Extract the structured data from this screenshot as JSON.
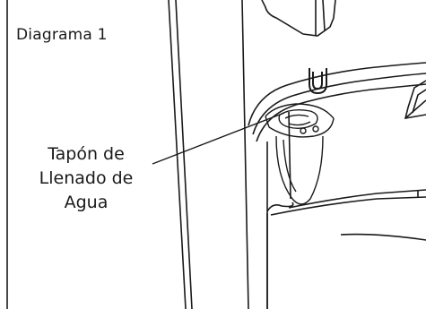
{
  "diagram": {
    "title": "Diagrama 1",
    "callout": {
      "lines": [
        "Tapón de",
        "Llenado de",
        "Agua"
      ]
    }
  }
}
